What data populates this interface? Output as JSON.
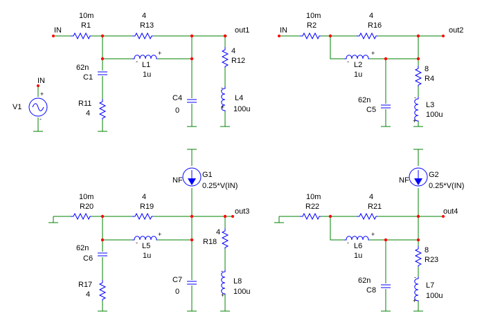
{
  "schematic_1": {
    "input_port": "IN",
    "output_port": "out1",
    "R1": {
      "name": "R1",
      "value": "10m"
    },
    "R13": {
      "name": "R13",
      "value": "4"
    },
    "L1": {
      "name": "L1",
      "value": "1u"
    },
    "C1": {
      "name": "C1",
      "value": "62n"
    },
    "R11": {
      "name": "R11",
      "value": "4"
    },
    "C4": {
      "name": "C4",
      "value": "0"
    },
    "R12": {
      "name": "R12",
      "value": "4"
    },
    "L4": {
      "name": "L4",
      "value": "100u"
    },
    "source": {
      "name": "V1",
      "net": "IN"
    }
  },
  "schematic_2": {
    "input_port": "IN",
    "output_port": "out2",
    "R2": {
      "name": "R2",
      "value": "10m"
    },
    "R16": {
      "name": "R16",
      "value": "4"
    },
    "L2": {
      "name": "L2",
      "value": "1u"
    },
    "C5": {
      "name": "C5",
      "value": "62n"
    },
    "R4": {
      "name": "R4",
      "value": "8"
    },
    "L3": {
      "name": "L3",
      "value": "100u"
    }
  },
  "schematic_3": {
    "output_port": "out3",
    "R20": {
      "name": "R20",
      "value": "10m"
    },
    "R19": {
      "name": "R19",
      "value": "4"
    },
    "L5": {
      "name": "L5",
      "value": "1u"
    },
    "C6": {
      "name": "C6",
      "value": "62n"
    },
    "R17": {
      "name": "R17",
      "value": "4"
    },
    "C7": {
      "name": "C7",
      "value": "0"
    },
    "R18": {
      "name": "R18",
      "value": "4"
    },
    "L8": {
      "name": "L8",
      "value": "100u"
    },
    "G1": {
      "name": "G1",
      "value": "0.25*V(IN)",
      "tag": "NF"
    }
  },
  "schematic_4": {
    "output_port": "out4",
    "R22": {
      "name": "R22",
      "value": "10m"
    },
    "R21": {
      "name": "R21",
      "value": "4"
    },
    "L6": {
      "name": "L6",
      "value": "1u"
    },
    "C8": {
      "name": "C8",
      "value": "62n"
    },
    "R23": {
      "name": "R23",
      "value": "8"
    },
    "L7": {
      "name": "L7",
      "value": "100u"
    },
    "G2": {
      "name": "G2",
      "value": "0.25*V(IN)",
      "tag": "NF"
    }
  },
  "colors": {
    "wire": "#008000",
    "component": "#0000ff",
    "node": "#ff0000",
    "text": "#000000"
  }
}
